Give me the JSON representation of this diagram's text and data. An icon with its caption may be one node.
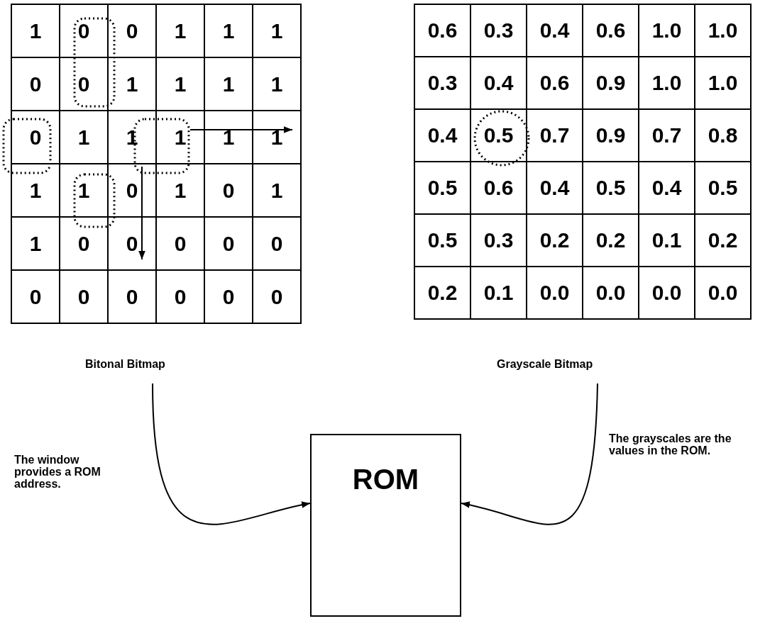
{
  "diagram": {
    "nodes": [
      {
        "text": [
          "Bitonal Bitmap"
        ]
      },
      {
        "text": [
          "Grayscale Bitmap"
        ]
      },
      {
        "text": [
          "ROM"
        ]
      }
    ],
    "edges": [
      {
        "from": 0,
        "to": 2,
        "arrow": "to"
      },
      {
        "from": 1,
        "to": 2,
        "arrow": "to"
      }
    ],
    "labels": [
      "1",
      "0",
      "0",
      "1",
      "1",
      "1",
      "0",
      "0",
      "1",
      "1",
      "1",
      "1",
      "0",
      "1",
      "1",
      "1",
      "1",
      "1",
      "1",
      "1",
      "0",
      "1",
      "0",
      "1",
      "1",
      "0",
      "0",
      "0",
      "0",
      "0",
      "0",
      "0",
      "0",
      "0",
      "0",
      "0",
      "0.6",
      "0.3",
      "0.4",
      "0.6",
      "1.0",
      "1.0",
      "0.3",
      "0.4",
      "0.6",
      "0.9",
      "1.0",
      "1.0",
      "0.4",
      "0.5",
      "0.7",
      "0.9",
      "0.7",
      "0.8",
      "0.5",
      "0.6",
      "0.4",
      "0.5",
      "0.4",
      "0.5",
      "0.5",
      "0.3",
      "0.2",
      "0.2",
      "0.1",
      "0.2",
      "0.2",
      "0.1",
      "0.0",
      "0.0",
      "0.0",
      "0.0",
      "The window provides a ROM address.",
      "The grayscales are the values in the ROM."
    ]
  }
}
